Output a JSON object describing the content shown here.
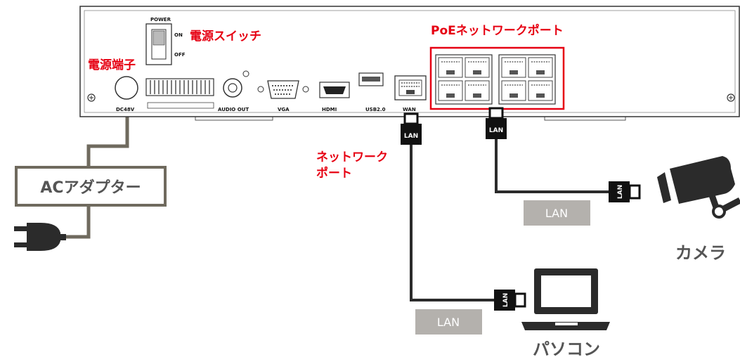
{
  "colors": {
    "callout_red": "#e60012",
    "cable_gray": "#6f6a5e",
    "cable_black": "#2b2b2b",
    "sticker_gray": "#b4b1ad",
    "label_gray": "#555555"
  },
  "callouts": {
    "power_switch": "電源スイッチ",
    "power_terminal": "電源端子",
    "poe_ports": "PoEネットワークポート",
    "network_port_line1": "ネットワーク",
    "network_port_line2": "ポート"
  },
  "panel_labels": {
    "power": "POWER",
    "on": "ON",
    "off": "OFF",
    "dc": "DC48V",
    "audio_out": "AUDIO OUT",
    "vga": "VGA",
    "hdmi": "HDMI",
    "usb": "USB2.0",
    "wan": "WAN"
  },
  "devices": {
    "ac_adapter": "ACアダプター",
    "camera": "カメラ",
    "pc": "パソコン"
  },
  "connector_tag": "LAN",
  "cable_stickers": {
    "camera_cable": "LAN",
    "pc_cable": "LAN"
  },
  "icons": [
    "plug-icon",
    "camera-icon",
    "laptop-icon",
    "lan-connector-icon"
  ]
}
